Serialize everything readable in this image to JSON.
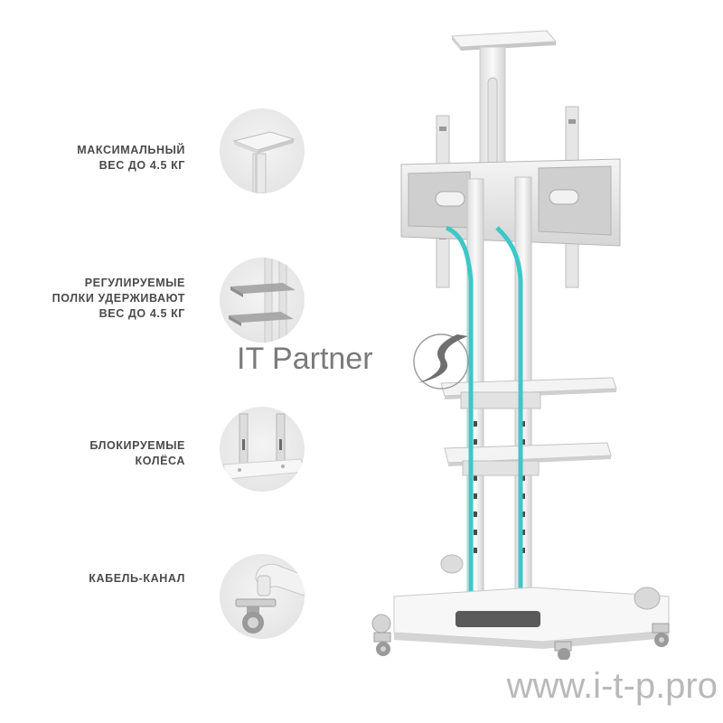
{
  "features": [
    {
      "label": "МАКСИМАЛЬНЫЙ\nВЕС ДО 4.5 КГ",
      "thumb_icon": "top-shelf-icon"
    },
    {
      "label": "РЕГУЛИРУЕМЫЕ\nПОЛКИ УДЕРЖИВАЮТ\nВЕС ДО 4.5 КГ",
      "thumb_icon": "shelves-icon"
    },
    {
      "label": "БЛОКИРУЕМЫЕ\nКОЛЁСА",
      "thumb_icon": "column-base-icon"
    },
    {
      "label": "КАБЕЛЬ-КАНАЛ",
      "thumb_icon": "wheel-cable-icon"
    }
  ],
  "watermark": "IT Partner",
  "footer_url": "www.i-t-p.pro",
  "colors": {
    "cable": "#3ec7c7",
    "stand": "#eeeeee",
    "text": "#4a4a4a"
  }
}
